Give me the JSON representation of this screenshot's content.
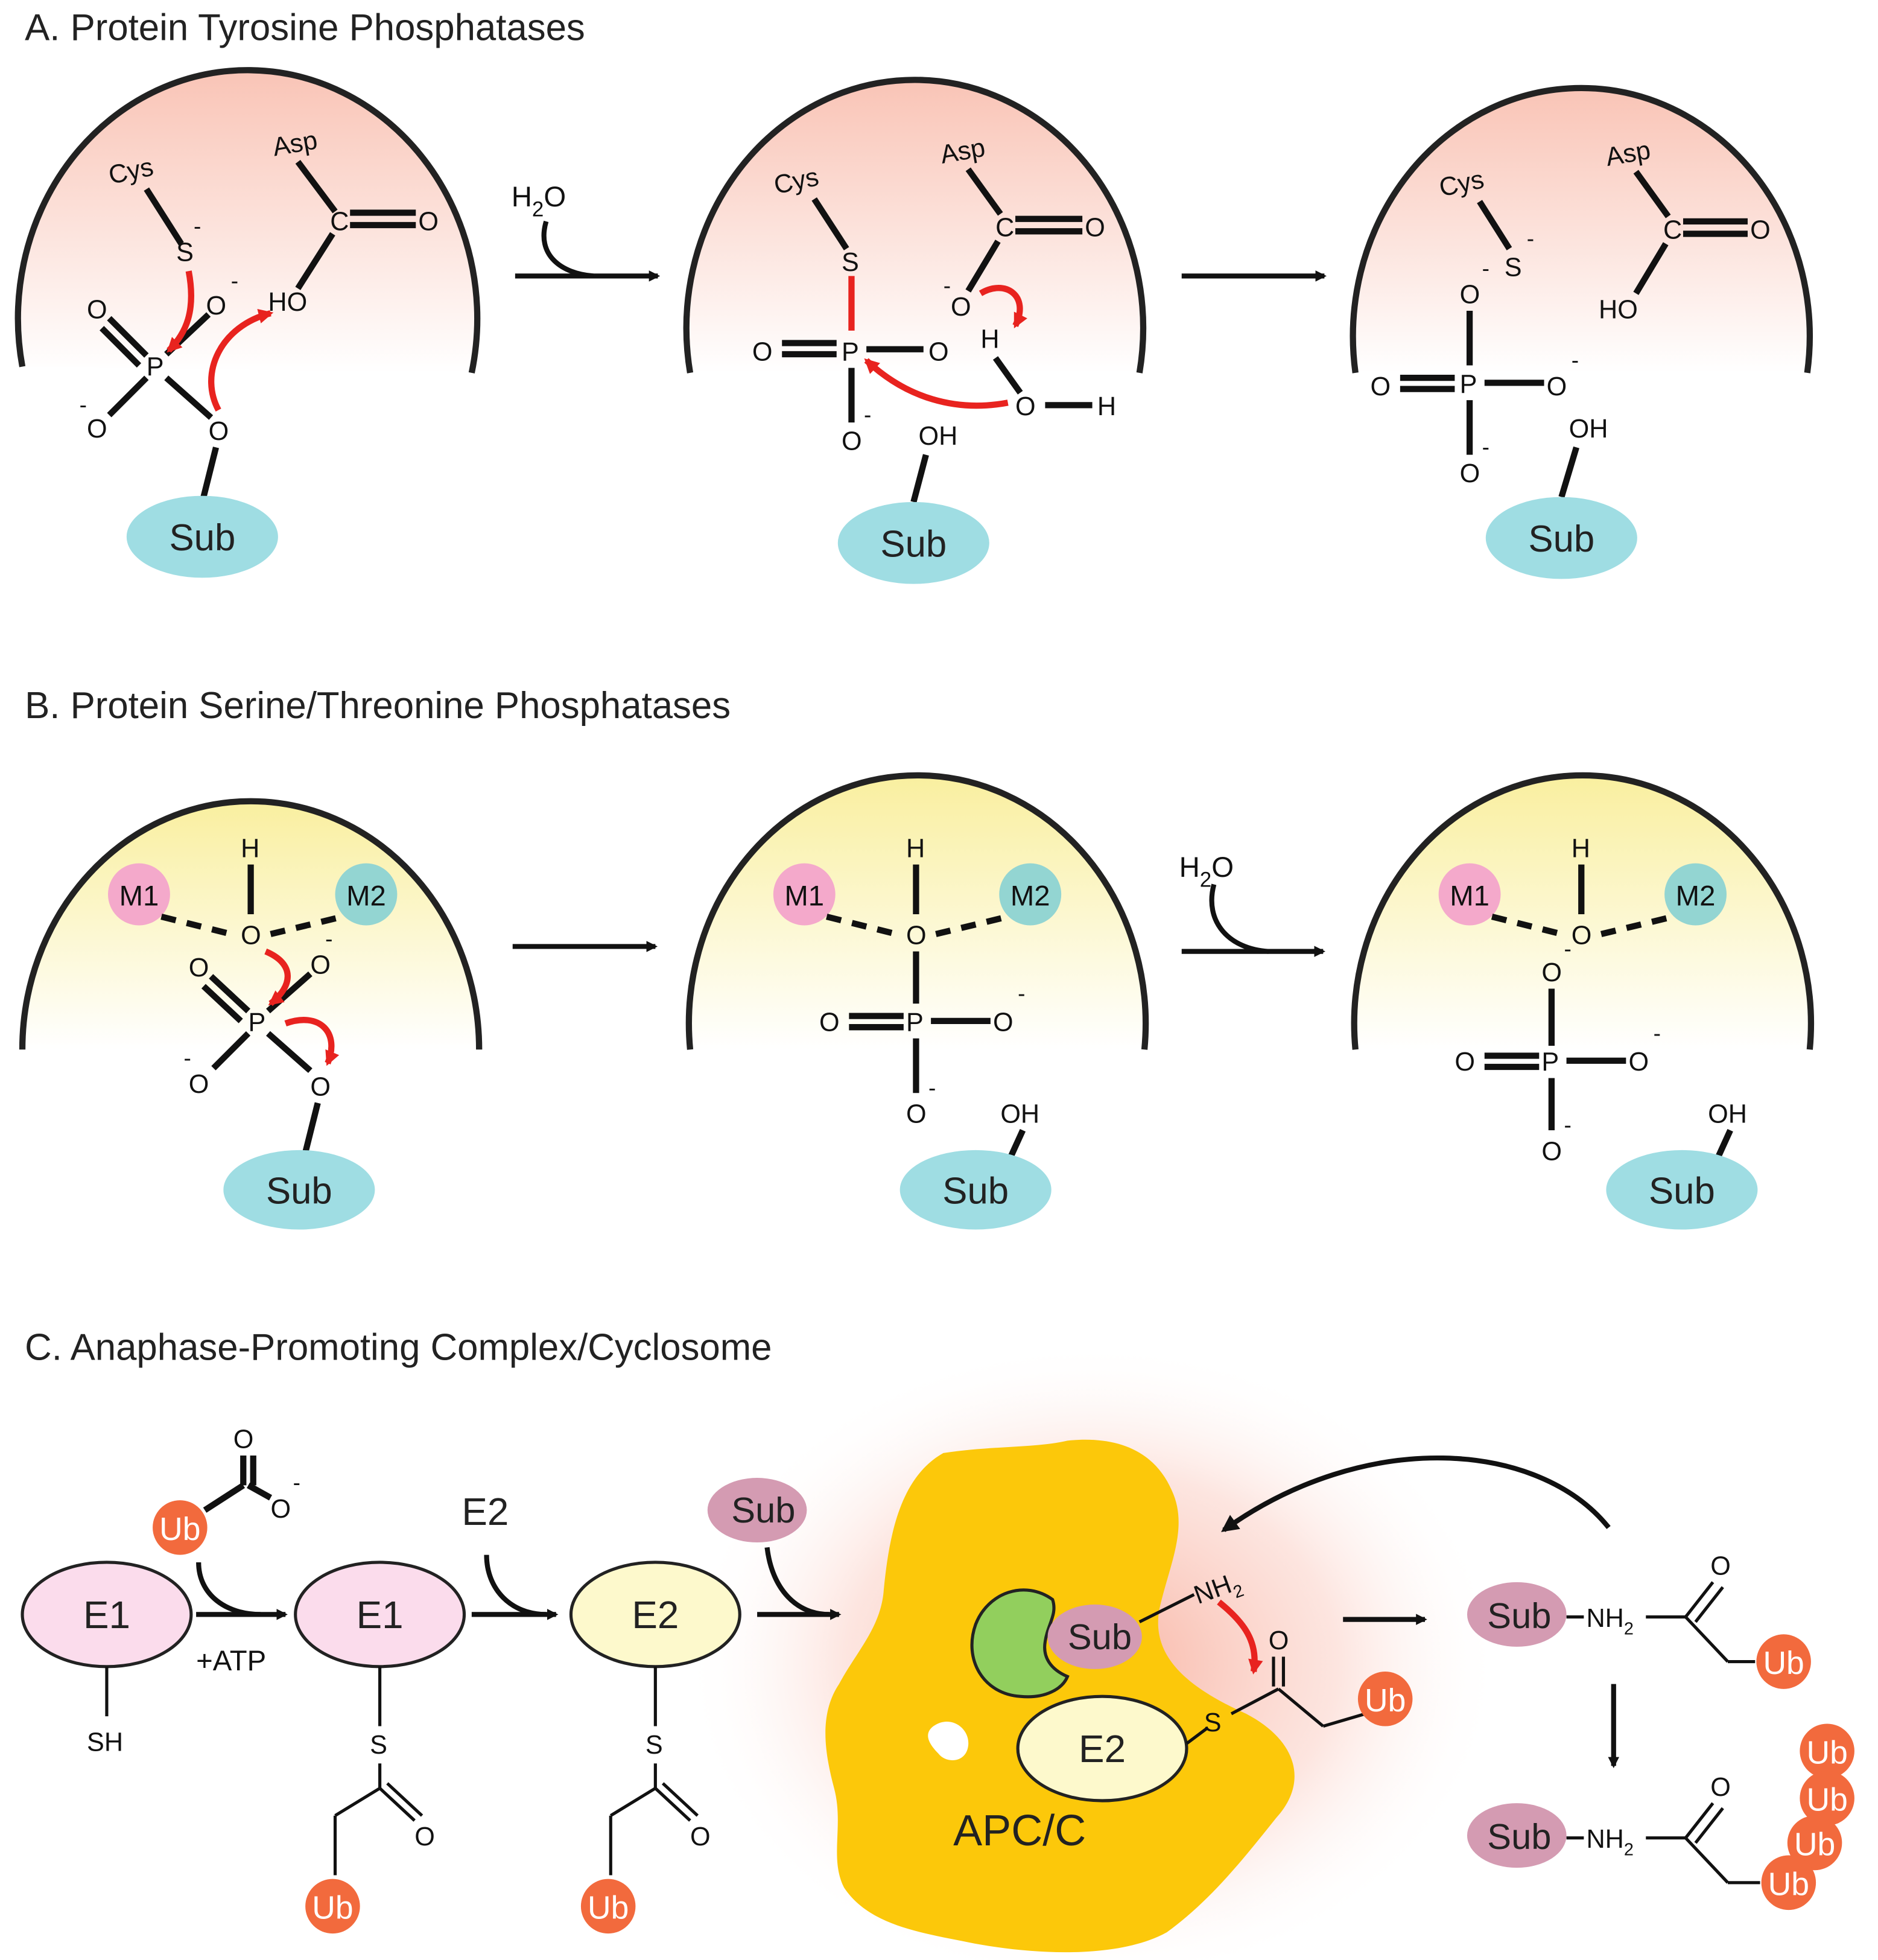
{
  "sections": {
    "a": {
      "title": "A. Protein Tyrosine Phosphatases"
    },
    "b": {
      "title": "B. Protein Serine/Threonine Phosphatases"
    },
    "c": {
      "title": "C. Anaphase-Promoting Complex/Cyclosome"
    }
  },
  "labels": {
    "cys": "Cys",
    "asp": "Asp",
    "s": "S",
    "c": "C",
    "o": "O",
    "p": "P",
    "h": "H",
    "ho": "HO",
    "oh": "OH",
    "charge": "-",
    "sub": "Sub",
    "h2o_h": "H",
    "h2o_2": "2",
    "h2o_o": "O",
    "m1": "M1",
    "m2": "M2",
    "e1": "E1",
    "e2": "E2",
    "sh": "SH",
    "atp": "+ATP",
    "ub": "Ub",
    "nh2": "NH",
    "nh2_sub": "2",
    "apc": "APC/C"
  },
  "colors": {
    "ptp_pocket": "#fbd3c9",
    "ser_pocket": "#fbf3b6",
    "substrate": "#9fdde3",
    "metal1": "#f4a9cb",
    "metal2": "#93d5d2",
    "e1_fill": "#fbdcec",
    "e2_fill": "#fdf9cc",
    "ub": "#f26a3d",
    "sub_c": "#d49bb2",
    "apc": "#fcc80a",
    "apc_glow": "#fbd0c6",
    "green_subunit": "#92cf5d",
    "mech_arrow": "#e8231f"
  }
}
